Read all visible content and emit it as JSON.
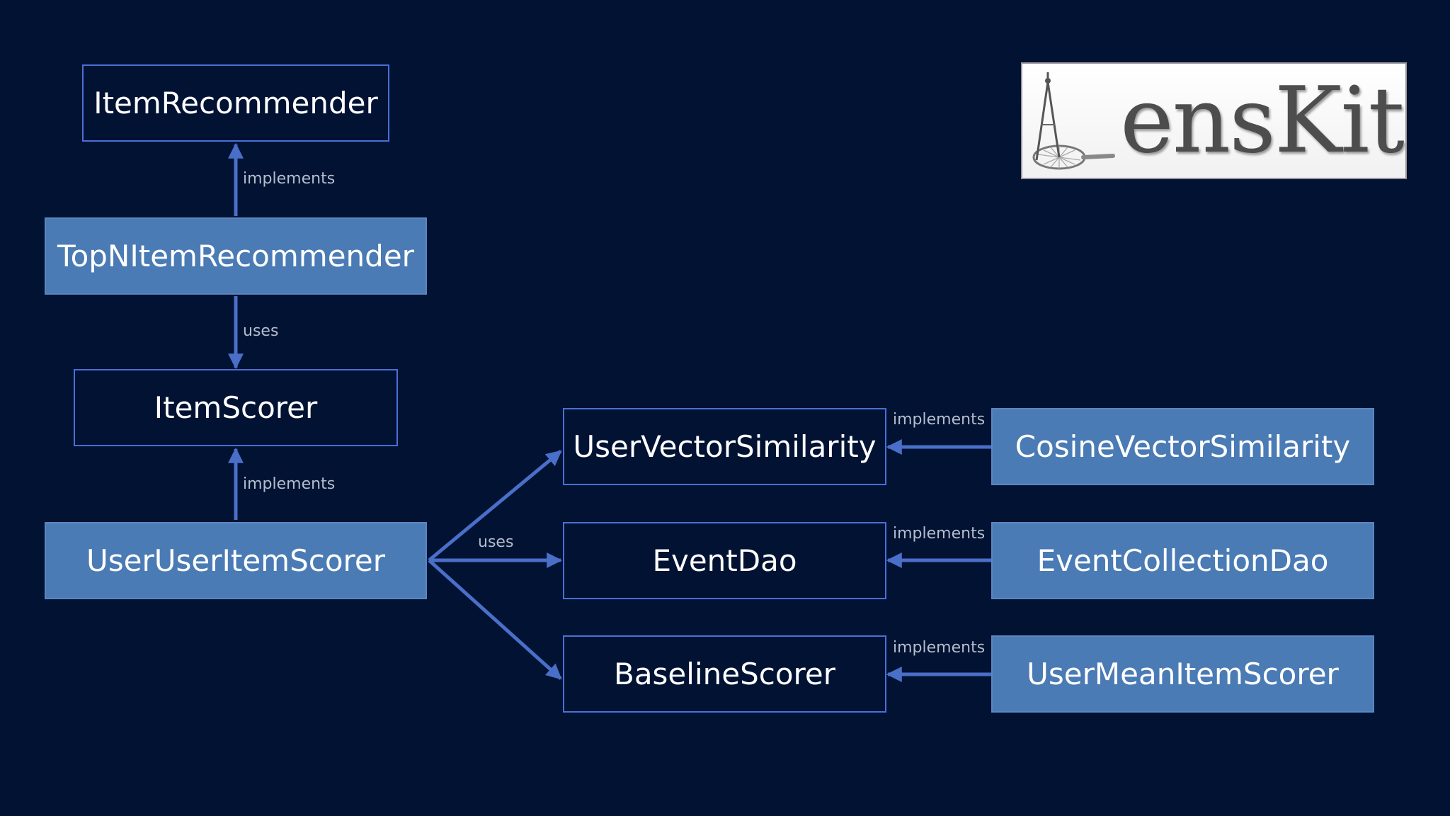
{
  "logo": {
    "text": "ensKit"
  },
  "boxes": {
    "item_recommender": "ItemRecommender",
    "topn_item_recommender": "TopNItemRecommender",
    "item_scorer": "ItemScorer",
    "user_user_item_scorer": "UserUserItemScorer",
    "user_vector_similarity": "UserVectorSimilarity",
    "event_dao": "EventDao",
    "baseline_scorer": "BaselineScorer",
    "cosine_vector_similarity": "CosineVectorSimilarity",
    "event_collection_dao": "EventCollectionDao",
    "user_mean_item_scorer": "UserMeanItemScorer"
  },
  "edges": {
    "topn_implements": "implements",
    "topn_uses": "uses",
    "useruser_implements": "implements",
    "useruser_uses": "uses",
    "cosine_implements": "implements",
    "eventcollection_implements": "implements",
    "usermean_implements": "implements"
  },
  "colors": {
    "background": "#011233",
    "outline_box": "#4a6fd8",
    "filled_box": "#4a7bb5",
    "arrow": "#4a6fc8",
    "edge_label": "#b5bdcc"
  }
}
